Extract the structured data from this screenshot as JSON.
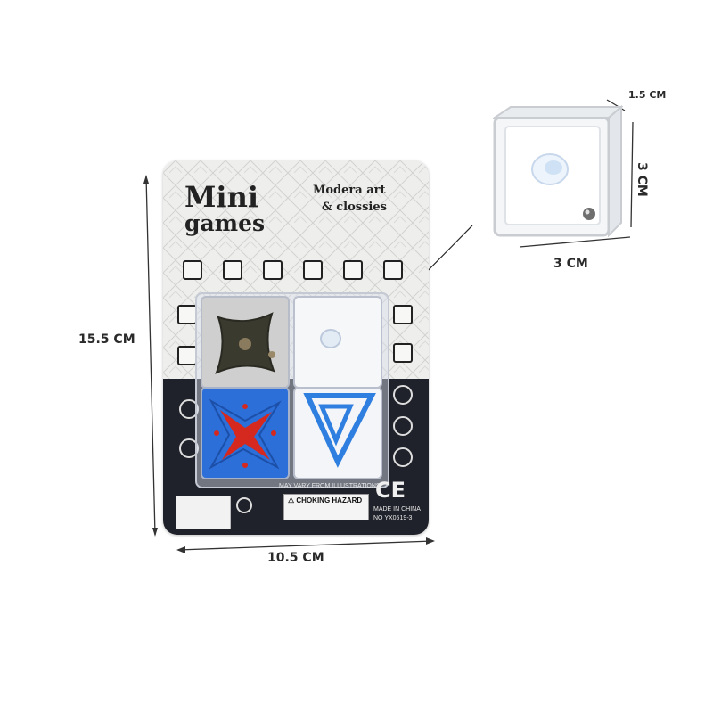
{
  "dimensions": {
    "height": "15.5 CM",
    "width": "10.5 CM",
    "cube_depth": "1.5 CM",
    "cube_height": "3 CM",
    "cube_width": "3 CM"
  },
  "package": {
    "brand_line1": "Mini",
    "brand_line2": "games",
    "tagline_line1": "Modera art",
    "tagline_line2": "& clossies",
    "warning_title": "CHOKING HAZARD",
    "origin": "MADE IN CHINA",
    "model": "NO YX0519-3",
    "ce_mark": "CE",
    "disclaimer": "MAY VARY FROM ILLUSTRATIONS"
  },
  "colors": {
    "card_dark": "#1f222a",
    "star_red": "#d5281e",
    "tile_blue": "#2c6fd8",
    "dial_olive": "#3a3a2e"
  }
}
